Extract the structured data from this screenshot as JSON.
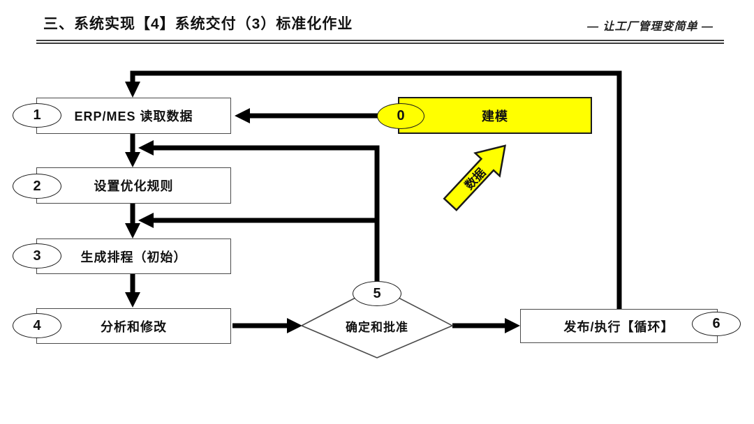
{
  "header": {
    "title": "三、系统实现【4】系统交付（3）标准化作业",
    "slogan": "— 让工厂管理变简单 —"
  },
  "colors": {
    "highlight": "#FFFF00",
    "arrow": "#000000",
    "box_border": "#4a4a4a"
  },
  "flowchart": {
    "nodes": {
      "n0": {
        "num": "0",
        "label": "建模"
      },
      "n1": {
        "num": "1",
        "label": "ERP/MES 读取数据"
      },
      "n2": {
        "num": "2",
        "label": "设置优化规则"
      },
      "n3": {
        "num": "3",
        "label": "生成排程（初始）"
      },
      "n4": {
        "num": "4",
        "label": "分析和修改"
      },
      "n5": {
        "num": "5",
        "label": "确定和批准"
      },
      "n6": {
        "num": "6",
        "label": "发布/执行【循环】"
      }
    },
    "data_flow_label": "数据"
  }
}
